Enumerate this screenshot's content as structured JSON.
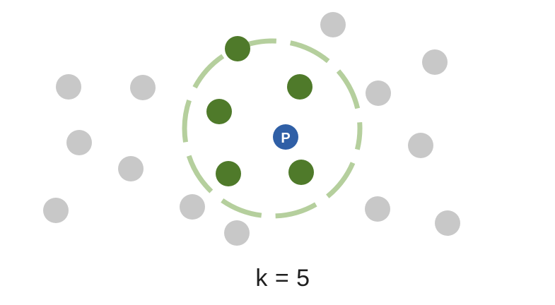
{
  "diagram": {
    "caption": "k = 5",
    "query_point_label": "P",
    "colors": {
      "other_point": "#c8c8c8",
      "neighbor_point": "#4f7a2a",
      "query_point": "#2f5fa6",
      "query_point_text": "#ffffff",
      "radius_circle": "#b5cf9d",
      "caption_text": "#1f1f1f"
    },
    "k": 5
  }
}
